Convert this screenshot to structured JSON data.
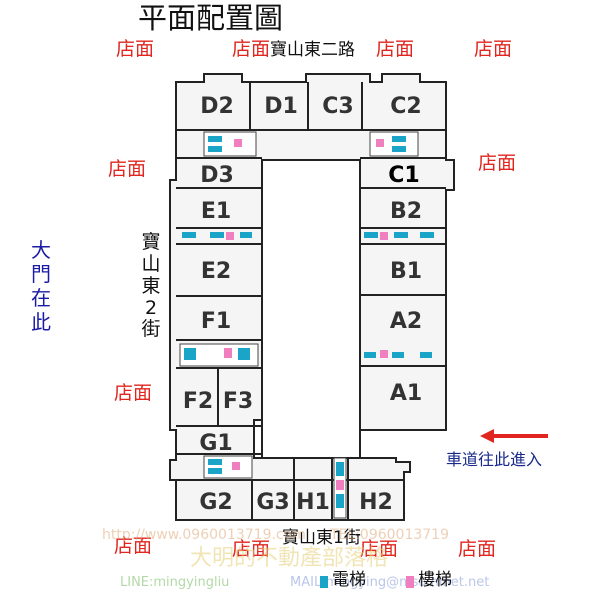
{
  "title": "平面配置圖",
  "shop_label": "店面",
  "roads": {
    "north": "寶山東二路",
    "west": "寶山東2街",
    "south": "寶山東1街"
  },
  "main_gate": "大門在此",
  "ramp": "車道往此進入",
  "legend": {
    "elevator": "電梯",
    "stairs": "樓梯"
  },
  "units": [
    "D2",
    "D1",
    "C3",
    "C2",
    "D3",
    "C1",
    "E1",
    "B2",
    "E2",
    "B1",
    "F1",
    "A2",
    "F2",
    "F3",
    "A1",
    "G1",
    "G2",
    "G3",
    "H1",
    "H2"
  ],
  "watermarks": {
    "url": "http://www.0960013719.com",
    "tel": "TEL:0960013719",
    "agency": "大明的不動產部落格",
    "line": "LINE:mingyingliu",
    "mail": "MAIL:mingying@msa.hinet.net"
  },
  "colors": {
    "shop": "#e0261f",
    "gate": "#1a1aa6",
    "arrow": "#e0261f",
    "elevator": "#1aa5c8",
    "stairs": "#f07fc0"
  }
}
